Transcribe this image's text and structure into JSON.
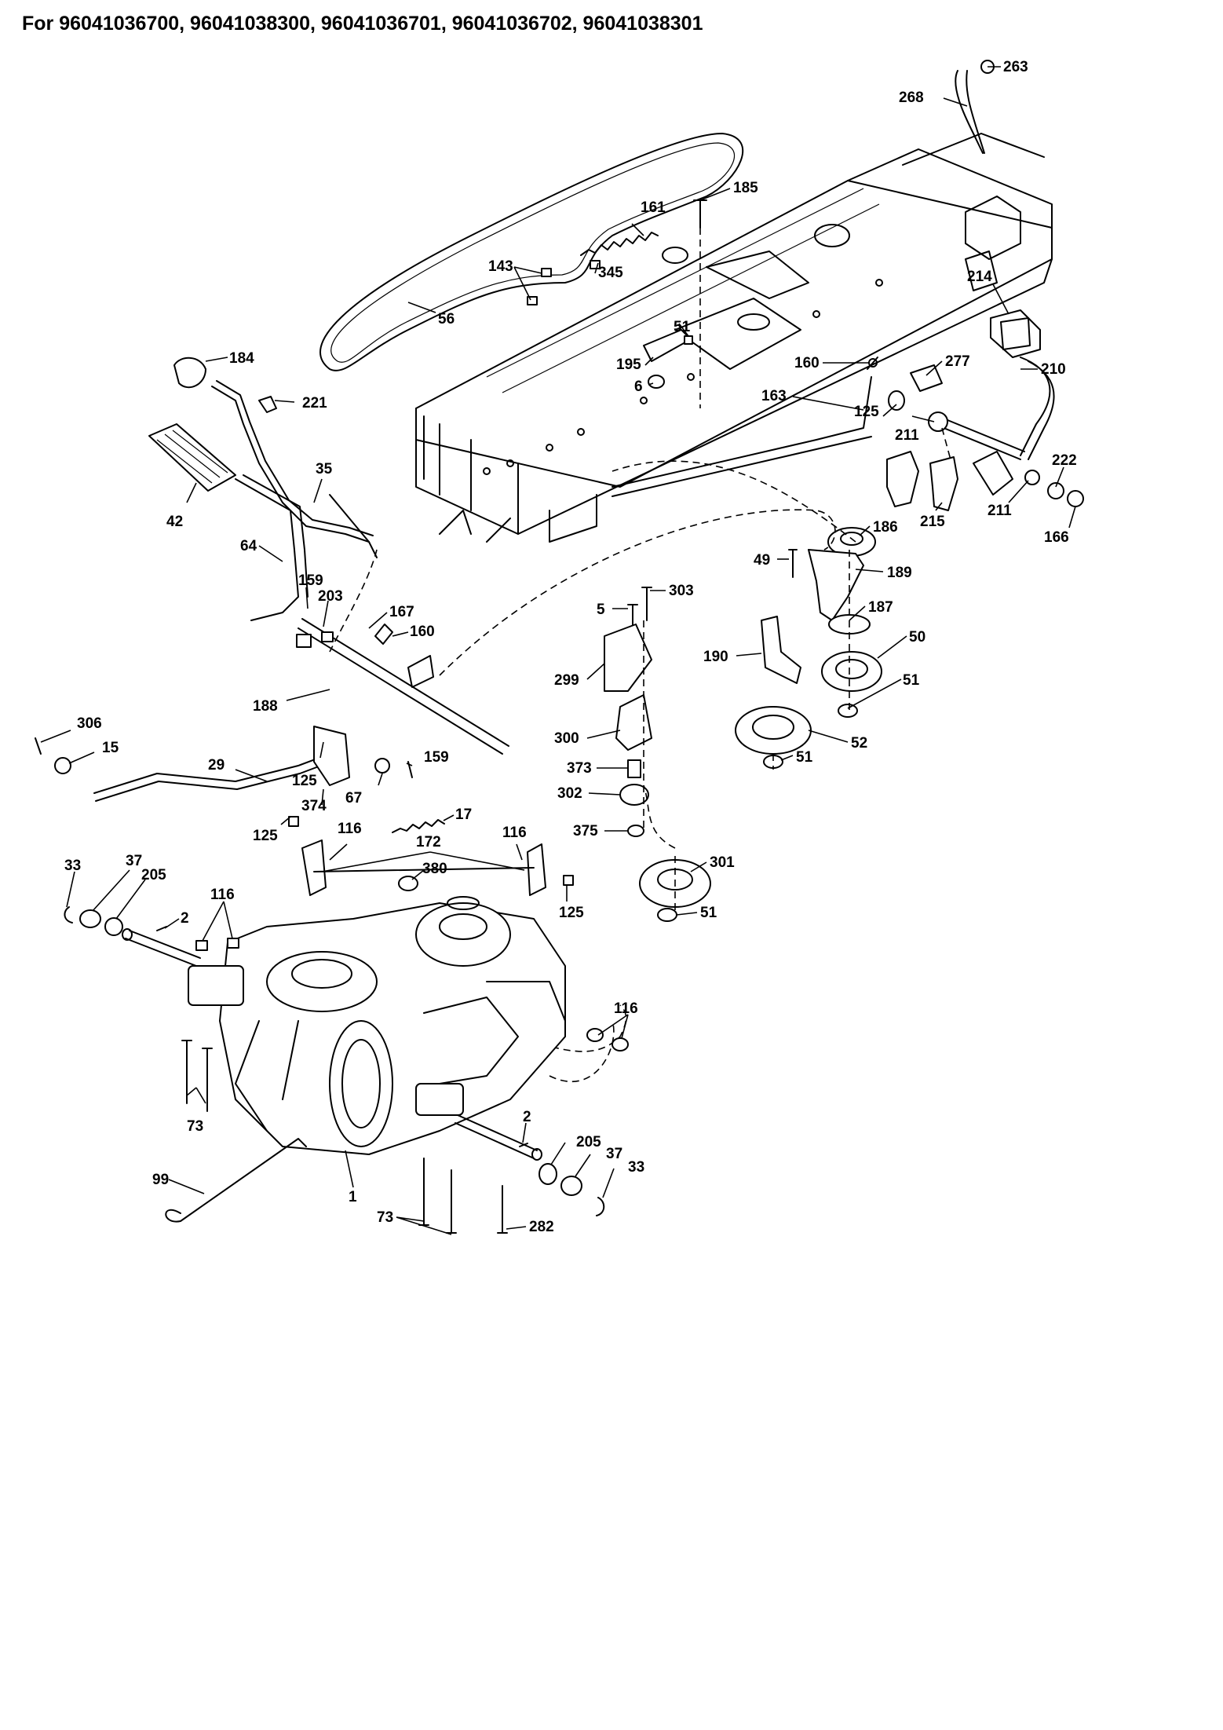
{
  "header": {
    "title": "For 96041036700, 96041038300, 96041036701, 96041036702, 96041038301"
  },
  "callouts": [
    "263",
    "268",
    "185",
    "161",
    "345",
    "143",
    "56",
    "51",
    "195",
    "6",
    "184",
    "221",
    "35",
    "42",
    "64",
    "159",
    "203",
    "167",
    "160",
    "188",
    "306",
    "15",
    "29",
    "125",
    "374",
    "67",
    "159",
    "17",
    "125",
    "116",
    "172",
    "116",
    "380",
    "125",
    "33",
    "37",
    "205",
    "116",
    "2",
    "116",
    "73",
    "99",
    "1",
    "2",
    "205",
    "37",
    "33",
    "73",
    "282",
    "214",
    "277",
    "210",
    "160",
    "163",
    "125",
    "211",
    "222",
    "211",
    "215",
    "166",
    "186",
    "49",
    "189",
    "303",
    "5",
    "187",
    "190",
    "50",
    "299",
    "51",
    "300",
    "52",
    "373",
    "51",
    "302",
    "375",
    "301",
    "51"
  ]
}
